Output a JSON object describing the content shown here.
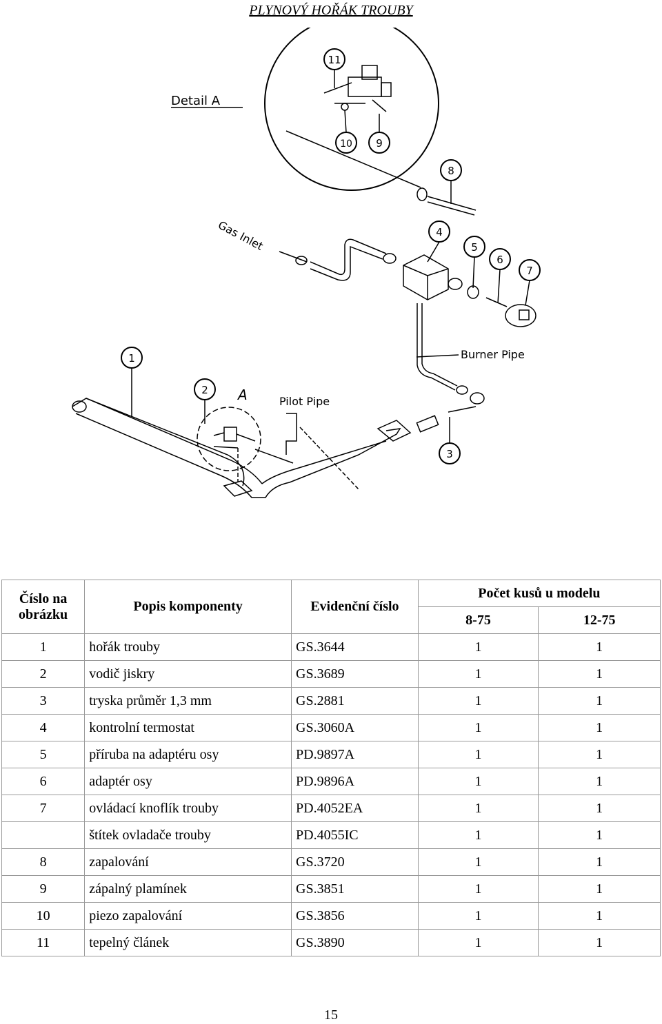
{
  "title": "PLYNOVÝ HOŘÁK TROUBY",
  "diagram": {
    "detail_label": "Detail A",
    "gas_inlet_label": "Gas Inlet",
    "burner_pipe_label": "Burner Pipe",
    "pilot_pipe_label": "Pilot Pipe",
    "a_label": "A",
    "callouts": [
      "1",
      "2",
      "3",
      "4",
      "5",
      "6",
      "7",
      "8",
      "9",
      "10",
      "11"
    ]
  },
  "table": {
    "headers": {
      "number": "Číslo na obrázku",
      "description": "Popis komponenty",
      "registration": "Evidenční číslo",
      "count": "Počet kusů u modelu",
      "model_a": "8-75",
      "model_b": "12-75"
    },
    "rows": [
      {
        "num": "1",
        "desc": "hořák trouby",
        "code": "GS.3644",
        "a": "1",
        "b": "1"
      },
      {
        "num": "2",
        "desc": "vodič jiskry",
        "code": "GS.3689",
        "a": "1",
        "b": "1"
      },
      {
        "num": "3",
        "desc": "tryska průměr 1,3 mm",
        "code": "GS.2881",
        "a": "1",
        "b": "1"
      },
      {
        "num": "4",
        "desc": "kontrolní termostat",
        "code": "GS.3060A",
        "a": "1",
        "b": "1"
      },
      {
        "num": "5",
        "desc": "příruba na adaptéru osy",
        "code": "PD.9897A",
        "a": "1",
        "b": "1"
      },
      {
        "num": "6",
        "desc": "adaptér osy",
        "code": "PD.9896A",
        "a": "1",
        "b": "1"
      },
      {
        "num": "7",
        "desc": "ovládací knoflík trouby",
        "code": "PD.4052EA",
        "a": "1",
        "b": "1"
      },
      {
        "num": "",
        "desc": "štítek ovladače trouby",
        "code": "PD.4055IC",
        "a": "1",
        "b": "1"
      },
      {
        "num": "8",
        "desc": "zapalování",
        "code": "GS.3720",
        "a": "1",
        "b": "1"
      },
      {
        "num": "9",
        "desc": "zápalný plamínek",
        "code": "GS.3851",
        "a": "1",
        "b": "1"
      },
      {
        "num": "10",
        "desc": "piezo zapalování",
        "code": "GS.3856",
        "a": "1",
        "b": "1"
      },
      {
        "num": "11",
        "desc": "tepelný článek",
        "code": " GS.3890",
        "a": "1",
        "b": "1"
      }
    ]
  },
  "page_number": "15"
}
